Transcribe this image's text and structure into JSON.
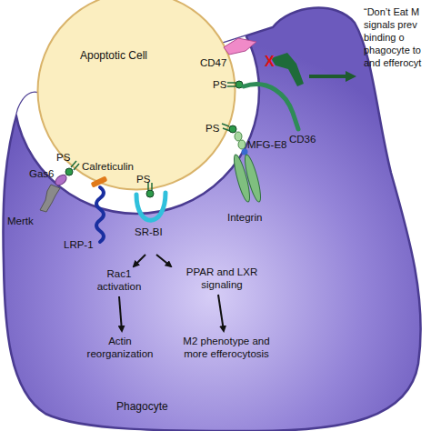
{
  "diagram": {
    "nodes": [
      {
        "text": [
          "Apoptotic Cell"
        ]
      },
      {
        "text": [
          "Phagocyte"
        ]
      }
    ],
    "labels": [
      "“Don’t Eat M signals prev binding o phagocyte to and efferocyt",
      "CD47",
      "X",
      "PS",
      "PS",
      "MFG-E8",
      "CD36",
      "PS",
      "Calreticulin",
      "Gas6",
      "PS",
      "Mertk",
      "Integrin",
      "SR-BI",
      "LRP-1",
      "Rac1 activation",
      "PPAR and LXR signaling",
      "Actin reorganization",
      "M2 phenotype and more efferocytosis"
    ]
  }
}
